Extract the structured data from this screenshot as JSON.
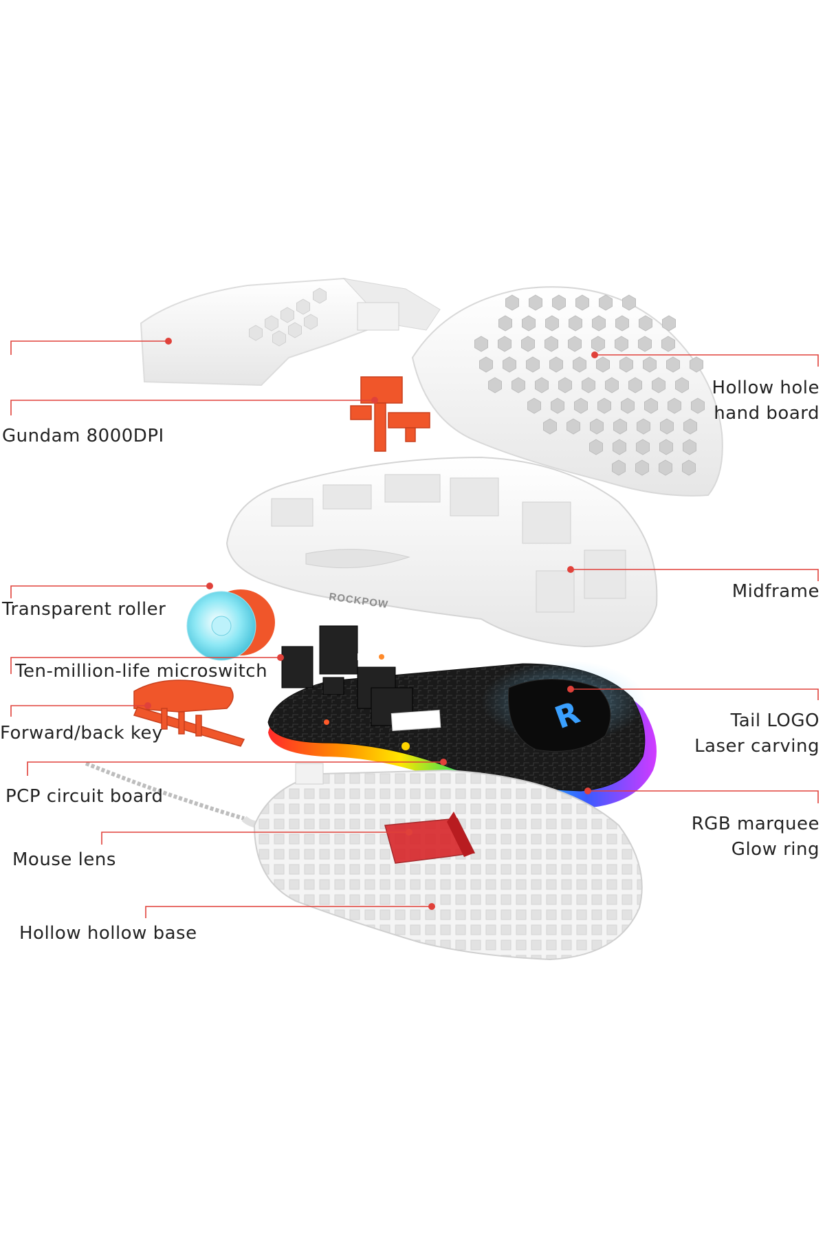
{
  "brand_mark": "ROCKPOW",
  "logo_glyph": "R",
  "colors": {
    "leader": "#e0413a",
    "accent_orange": "#f0562a",
    "shell": "#f7f7f7",
    "pcb": "#161616",
    "lens": "#d8262a",
    "roller": "#7fe3f2",
    "logo_glow": "#3aa0ff"
  },
  "labels": {
    "gundam": "Gundam 8000DPI",
    "hollow_board": [
      "Hollow hole",
      "hand board"
    ],
    "transparent_roller": "Transparent roller",
    "midframe": "Midframe",
    "microswitch": "Ten-million-life microswitch",
    "forward_back": "Forward/back key",
    "tail_logo": [
      "Tail LOGO",
      "Laser carving"
    ],
    "pcp_board": "PCP circuit board",
    "rgb": [
      "RGB marquee",
      "Glow ring"
    ],
    "mouse_lens": "Mouse lens",
    "base": "Hollow hollow base"
  }
}
